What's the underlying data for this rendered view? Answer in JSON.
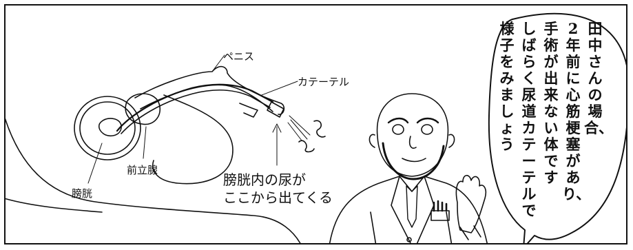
{
  "diagram": {
    "label_penis": "ペニス",
    "label_catheter": "カテーテル",
    "label_bladder": "膀胱",
    "label_prostate": "前立腺",
    "label_urine_line1": "膀胱内の尿が",
    "label_urine_line2": "ここから出てくる"
  },
  "speech_bubble": {
    "lines": [
      "田中さんの場合、",
      "2年前に心筋梗塞があり、",
      "手術が出来ない体です",
      "しばらく尿道カテーテルで",
      "様子をみましょう"
    ]
  },
  "colors": {
    "ink": "#111111",
    "background": "#ffffff"
  }
}
